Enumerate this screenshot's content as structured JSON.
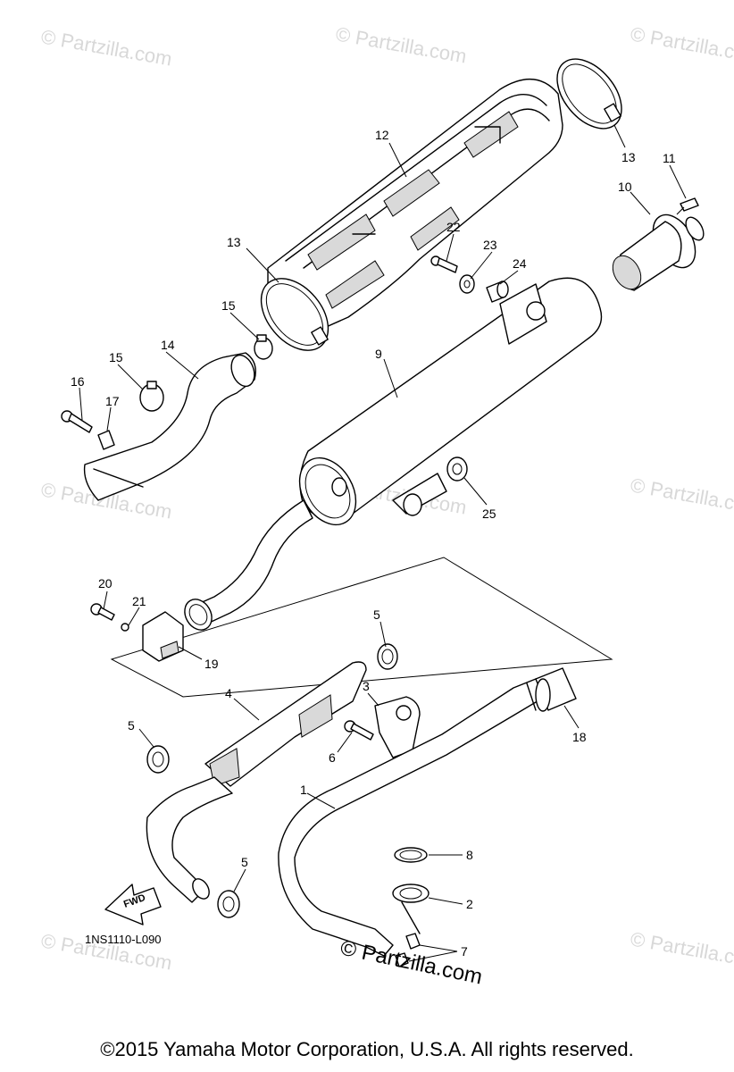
{
  "watermark": "© Partzilla.com",
  "diagram_code": "1NS1110-L090",
  "fwd_label": "FWD",
  "copyright": "©2015  Yamaha Motor Corporation, U.S.A. All rights reserved.",
  "callouts": {
    "p1": "1",
    "p2": "2",
    "p3": "3",
    "p4": "4",
    "p5a": "5",
    "p5b": "5",
    "p5c": "5",
    "p6": "6",
    "p7": "7",
    "p8": "8",
    "p9": "9",
    "p10": "10",
    "p11": "11",
    "p12": "12",
    "p13a": "13",
    "p13b": "13",
    "p14": "14",
    "p15a": "15",
    "p15b": "15",
    "p16": "16",
    "p17": "17",
    "p18": "18",
    "p19": "19",
    "p20": "20",
    "p21": "21",
    "p22": "22",
    "p23": "23",
    "p24": "24",
    "p25": "25"
  }
}
